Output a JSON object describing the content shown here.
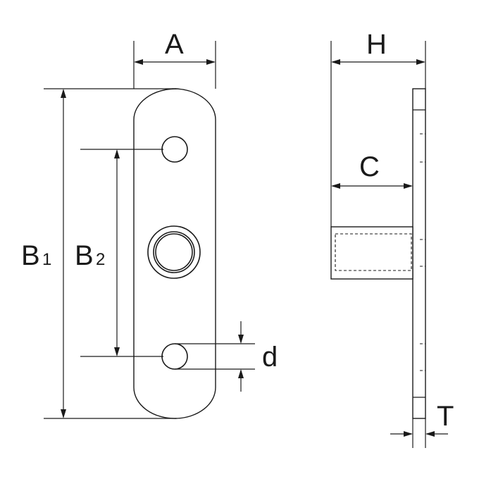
{
  "diagram": {
    "front_view_labels": {
      "width": "A",
      "overall_length": "B",
      "overall_length_sub": "1",
      "hole_pitch": "B",
      "hole_pitch_sub": "2",
      "hole_diameter": "d"
    },
    "side_view_labels": {
      "height": "H",
      "depth": "C",
      "thickness": "T"
    }
  }
}
